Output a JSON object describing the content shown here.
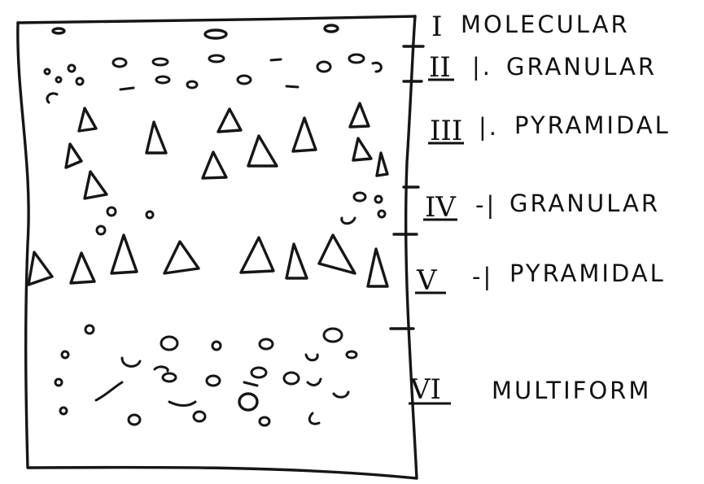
{
  "layers": [
    {
      "numeral": "I",
      "separator": "",
      "name": "MOLECULAR"
    },
    {
      "numeral": "II",
      "separator": "|.",
      "name": "GRANULAR"
    },
    {
      "numeral": "III",
      "separator": "|.",
      "name": "PYRAMIDAL"
    },
    {
      "numeral": "IV",
      "separator": "-|",
      "name": "GRANULAR"
    },
    {
      "numeral": "V",
      "separator": "-|",
      "name": "PYRAMIDAL"
    },
    {
      "numeral": "VI",
      "separator": "",
      "name": "MULTIFORM"
    }
  ],
  "colors": {
    "ink": "#161616",
    "paper": "#ffffff"
  }
}
